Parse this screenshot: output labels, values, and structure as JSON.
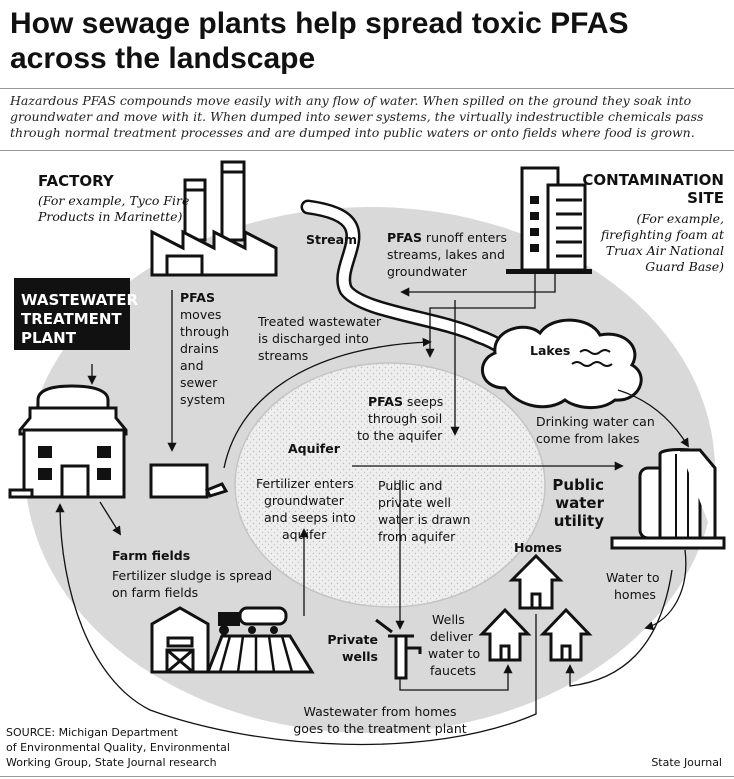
{
  "title": "How sewage plants help spread toxic PFAS across the landscape",
  "intro": "Hazardous PFAS compounds move easily with any flow of water. When spilled on the ground they soak into groundwater and move with it. When dumped into sewer systems, the virtually indestructible chemicals pass through normal treatment processes and are dumped into public waters or onto fields where food is grown.",
  "factory": {
    "heading": "FACTORY",
    "example_1": "(For example, Tyco Fire",
    "example_2": "Products in Marinette)"
  },
  "contamination_site": {
    "heading_1": "CONTAMINATION",
    "heading_2": "SITE",
    "example_1": "(For example,",
    "example_2": "firefighting foam at",
    "example_3": "Truax Air National",
    "example_4": "Guard Base)"
  },
  "wastewater_plant": {
    "line_1": "WASTEWATER",
    "line_2": "TREATMENT",
    "line_3": "PLANT"
  },
  "labels": {
    "stream": "Stream",
    "lakes": "Lakes",
    "aquifer": "Aquifer",
    "farm_fields": "Farm fields",
    "homes": "Homes",
    "private_wells_1": "Private",
    "private_wells_2": "wells",
    "utility_1": "Public",
    "utility_2": "water",
    "utility_3": "utility"
  },
  "notes": {
    "pfas_drains_1": "PFAS",
    "pfas_drains_2": "moves",
    "pfas_drains_3": "through",
    "pfas_drains_4": "drains",
    "pfas_drains_5": "and",
    "pfas_drains_6": "sewer",
    "pfas_drains_7": "system",
    "runoff_bold": "PFAS",
    "runoff_1": " runoff enters",
    "runoff_2": "streams, lakes and",
    "runoff_3": "groundwater",
    "treated_1": "Treated wastewater",
    "treated_2": "is discharged into",
    "treated_3": "streams",
    "seeps_bold": "PFAS",
    "seeps_1": " seeps",
    "seeps_2": "through soil",
    "seeps_3": "to the aquifer",
    "drinking_1": "Drinking water can",
    "drinking_2": "come from lakes",
    "fertilizer_1": "Fertilizer enters",
    "fertilizer_2": "groundwater",
    "fertilizer_3": "and seeps into",
    "fertilizer_4": "aquifer",
    "well_water_1": "Public and",
    "well_water_2": "private well",
    "well_water_3": "water is drawn",
    "well_water_4": "from aquifer",
    "sludge_1": "Fertilizer sludge is spread",
    "sludge_2": "on farm fields",
    "wells_deliver_1": "Wells",
    "wells_deliver_2": "deliver",
    "wells_deliver_3": "water to",
    "wells_deliver_4": "faucets",
    "water_homes_1": "Water to",
    "water_homes_2": "homes",
    "wastewater_homes_1": "Wastewater from homes",
    "wastewater_homes_2": "goes to the treatment plant"
  },
  "source": {
    "line_1": "SOURCE: Michigan Department",
    "line_2": "of Environmental Quality, Environmental",
    "line_3": "Working Group, State Journal research"
  },
  "credit": "State Journal",
  "colors": {
    "ellipse_fill": "#d9d9d9",
    "aquifer_fill": "#eeeeee",
    "ink": "#111111"
  }
}
